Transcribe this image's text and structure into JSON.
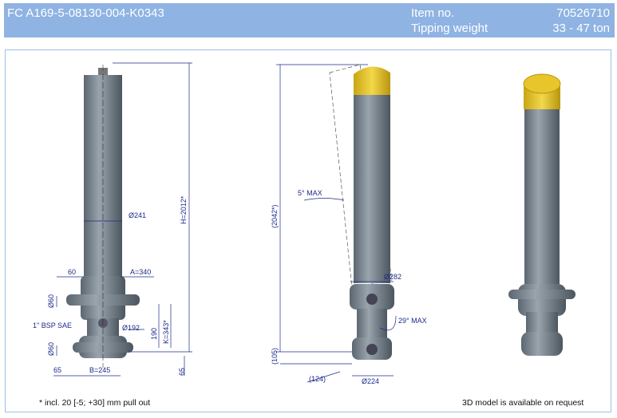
{
  "header": {
    "model": "FC A169-5-08130-004-K0343",
    "item_label": "Item no.",
    "item_value": "70526710",
    "tipping_label": "Tipping weight",
    "tipping_value": "33 - 47 ton"
  },
  "drawing1": {
    "dia_tube": "Ø241",
    "height": "H=2012*",
    "dim_60_top": "60",
    "dim_a": "A=340",
    "dia_60_top": "Ø60",
    "port": "1\" BSP SAE",
    "dia_192": "Ø192",
    "dim_190": "190",
    "dim_k": "K=343*",
    "dia_60_bottom": "Ø60",
    "dim_65_left": "65",
    "dim_b": "B=245",
    "dim_65_right": "65"
  },
  "drawing2": {
    "angle_top": "5° MAX",
    "height": "(2042*)",
    "dia_282": "Ø282",
    "angle_bottom": "29° MAX",
    "dim_105": "(105)",
    "dim_124": "(124)",
    "dia_224": "Ø224"
  },
  "footer": {
    "note": "* incl. 20 [-5; +30] mm pull out",
    "model_note": "3D model is available on request"
  },
  "colors": {
    "header": "#8fb3e2",
    "dim": "#1d2a8a",
    "cylinder": "#6e7a85",
    "cap": "#e8c52a"
  }
}
